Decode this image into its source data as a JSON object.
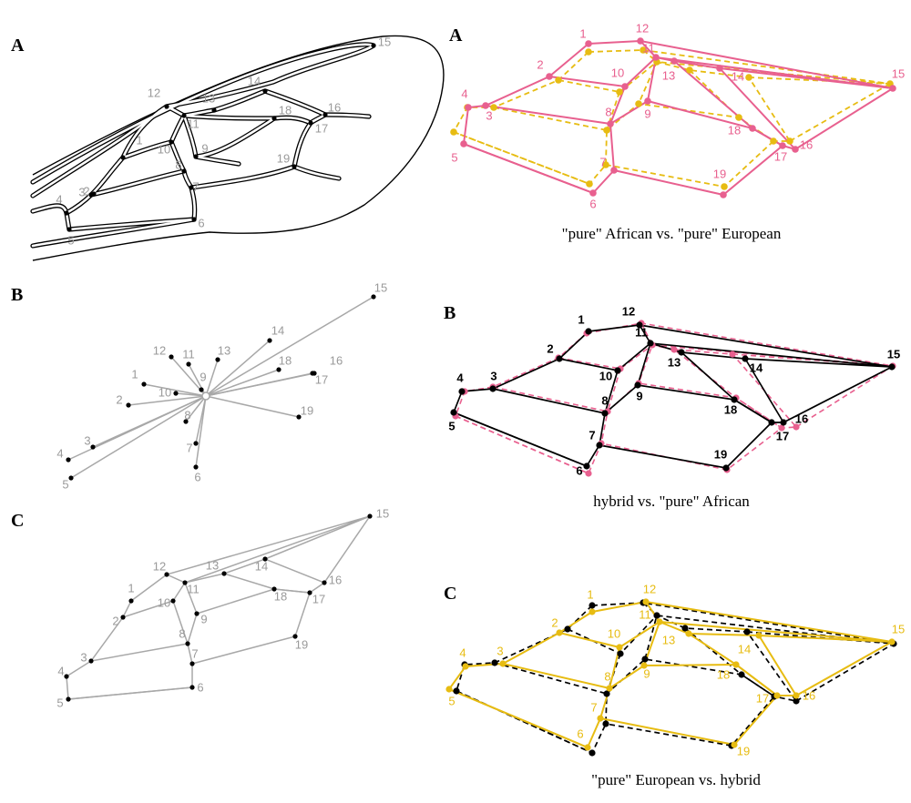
{
  "panels": {
    "left": {
      "A": {
        "letter": "A"
      },
      "B": {
        "letter": "B"
      },
      "C": {
        "letter": "C"
      }
    },
    "right": {
      "A": {
        "letter": "A",
        "caption": "\"pure\" African vs. \"pure\" European"
      },
      "B": {
        "letter": "B",
        "caption": "hybrid vs. \"pure\" African"
      },
      "C": {
        "letter": "C",
        "caption": "\"pure\" European vs. hybrid"
      }
    }
  },
  "landmark_labels": [
    "1",
    "2",
    "3",
    "4",
    "5",
    "6",
    "7",
    "8",
    "9",
    "10",
    "11",
    "12",
    "13",
    "14",
    "15",
    "16",
    "17",
    "18",
    "19"
  ],
  "colors": {
    "african": "#e8608f",
    "european": "#e7bc12",
    "hybrid": "#000000",
    "gray": "#a8a8a8",
    "gray_text": "#9a9a9a"
  },
  "chart_data": {
    "type": "diagram",
    "landmark_count": 19,
    "comparisons": [
      {
        "panel": "A",
        "solid": "\"pure\" African",
        "dashed": "\"pure\" European"
      },
      {
        "panel": "B",
        "solid": "hybrid",
        "dashed": "\"pure\" African"
      },
      {
        "panel": "C",
        "solid": "\"pure\" European",
        "dashed": "hybrid"
      }
    ]
  }
}
